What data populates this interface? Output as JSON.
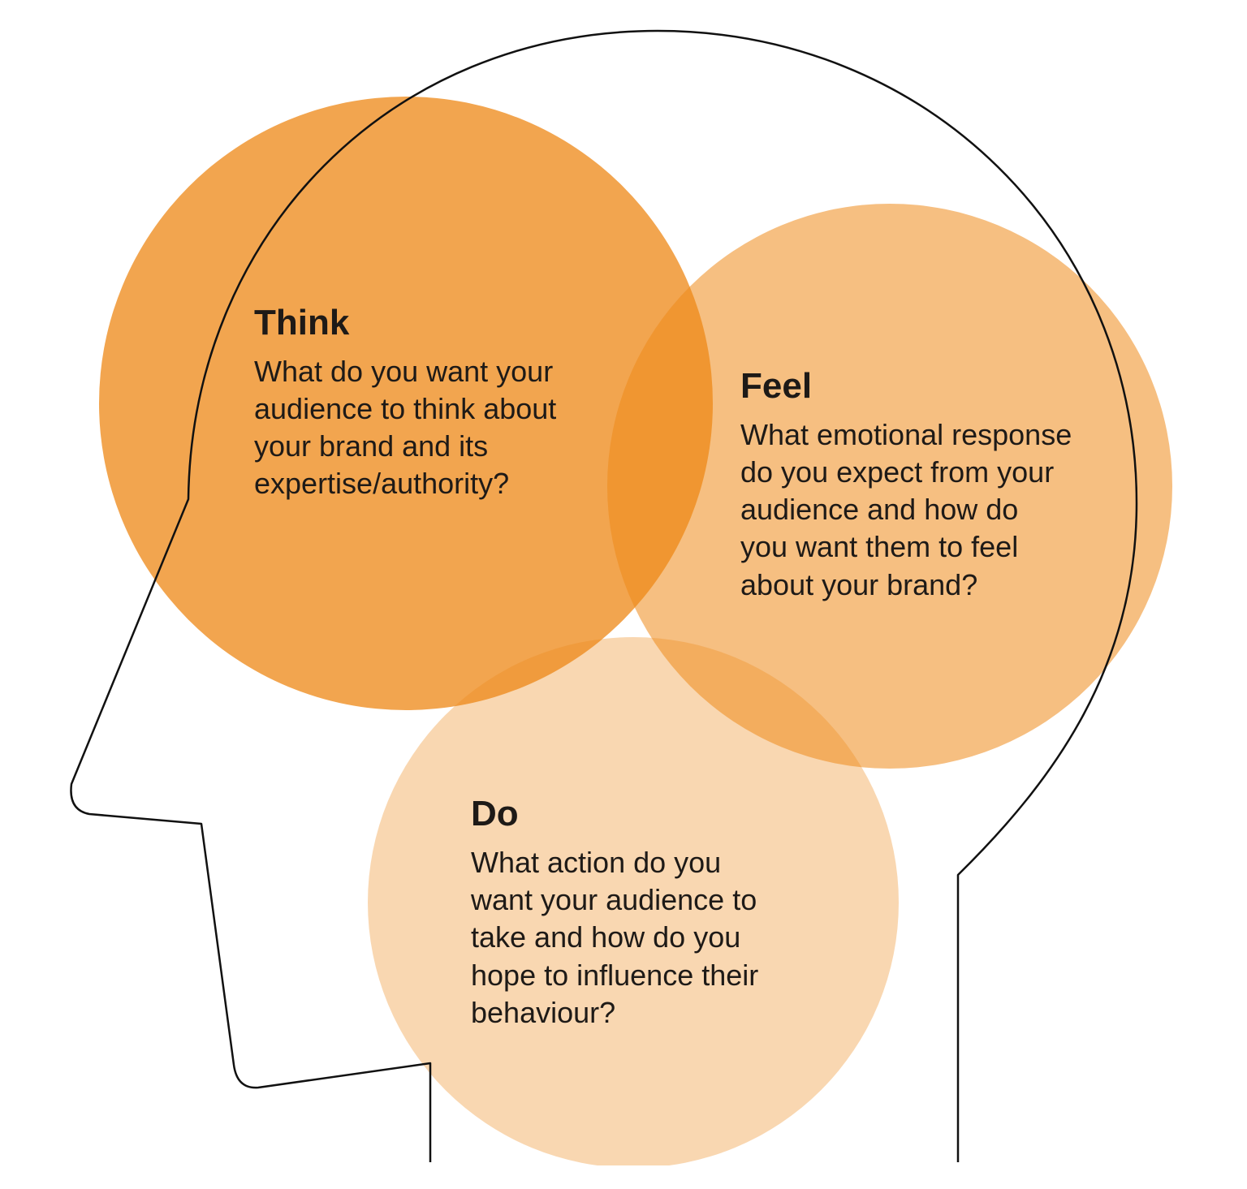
{
  "colors": {
    "circle_base": "#EE8A1A",
    "outline": "#111111",
    "text": "#1E1A17"
  },
  "think": {
    "title": "Think",
    "lines": [
      "What do you want your",
      "audience to think about",
      "your brand and its",
      "expertise/authority?"
    ]
  },
  "feel": {
    "title": "Feel",
    "lines": [
      "What emotional response",
      "do you expect from your",
      "audience and how do",
      "you want them to feel",
      "about your brand?"
    ]
  },
  "do": {
    "title": "Do",
    "lines": [
      "What action do you",
      "want your audience to",
      "take and how do you",
      "hope to influence their",
      "behaviour?"
    ]
  }
}
